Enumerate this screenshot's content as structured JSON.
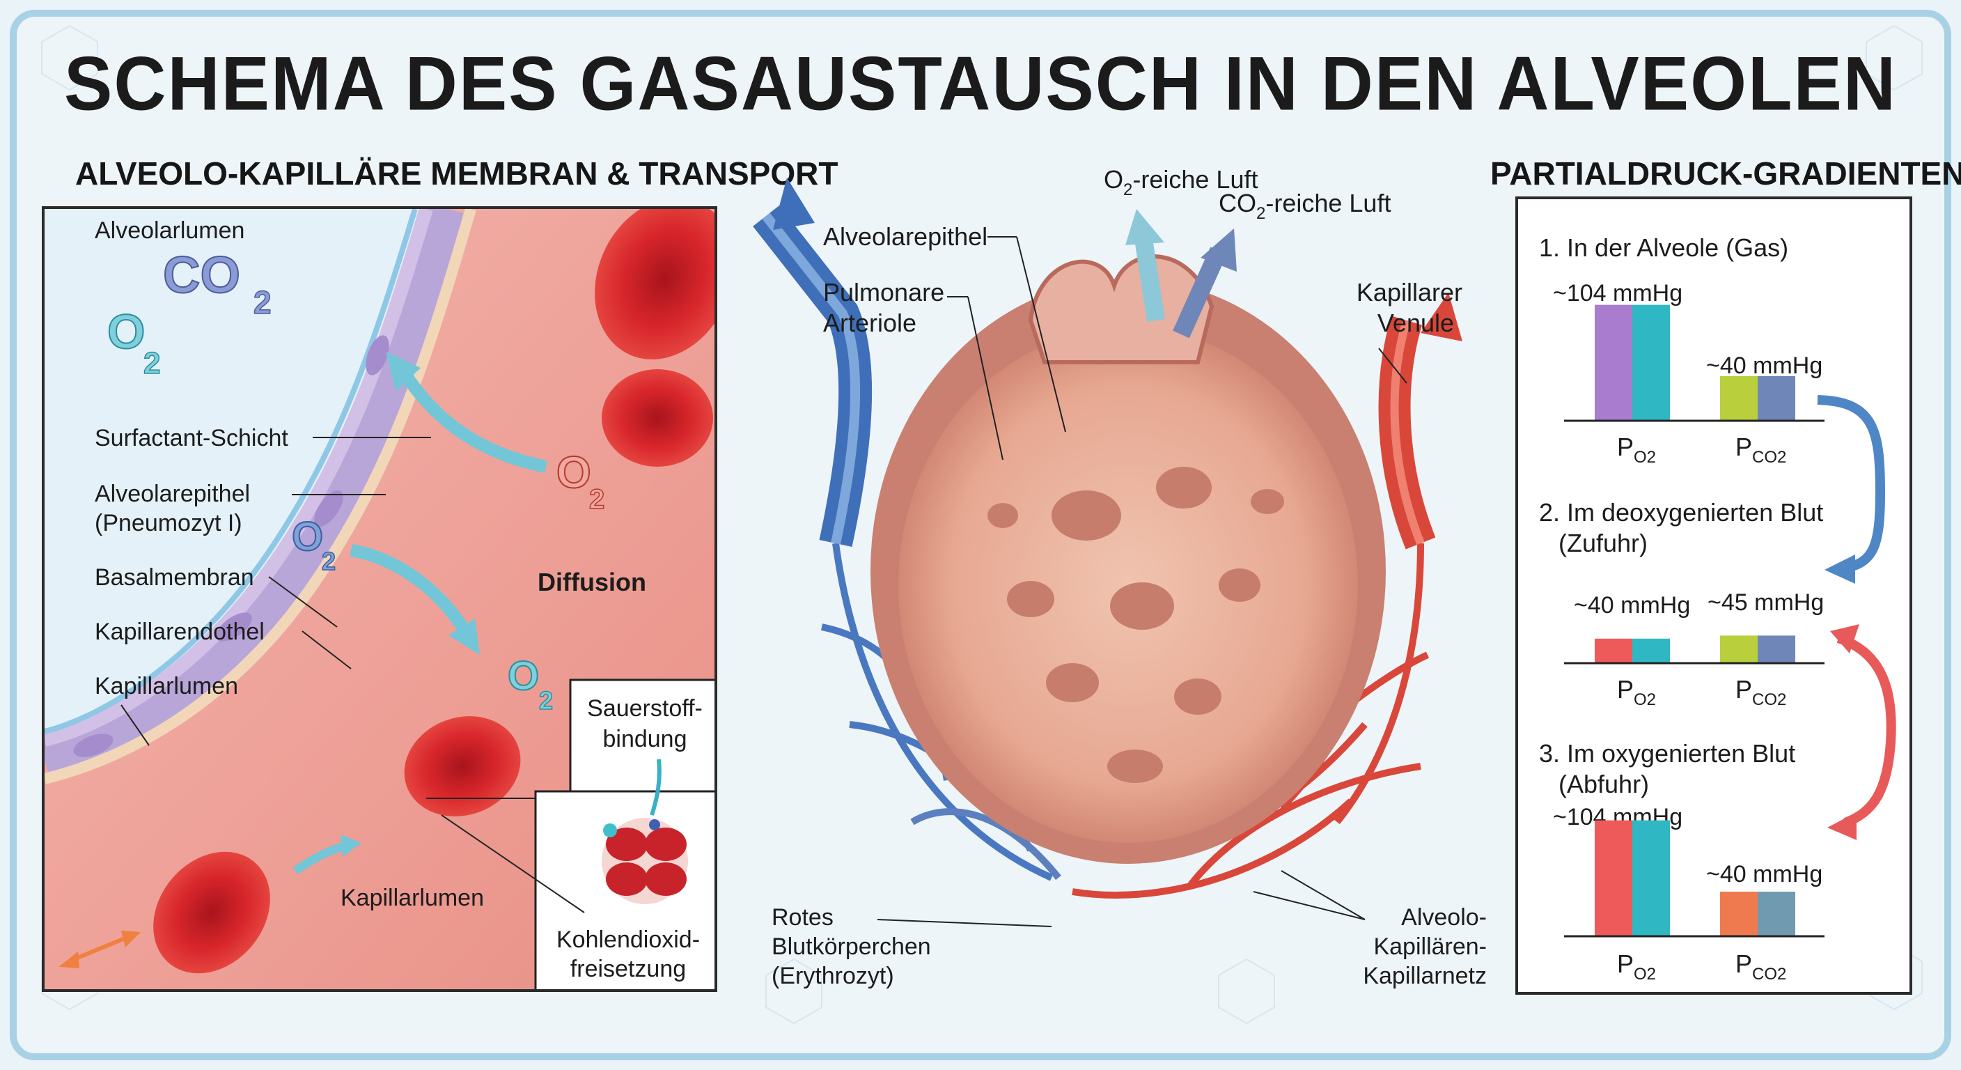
{
  "title": "SCHEMA DES GASAUSTAUSCH IN DEN ALVEOLEN",
  "left": {
    "heading": "ALVEOLO-KAPILLÄRE MEMBRAN & TRANSPORT",
    "lumen_top": "Alveolarlumen",
    "layers": [
      "Surfactant-Schicht",
      "Alveolarepithel",
      "(Pneumozyt I)",
      "Basalmembran",
      "Kapillarendothel",
      "Kapillarlumen"
    ],
    "diffusion": "Diffusion",
    "capillary_lumen": "Kapillarlumen",
    "o2_binding": [
      "Sauerstoff-",
      "bindung"
    ],
    "co2_release": [
      "Kohlendioxid-",
      "freisetzung"
    ],
    "gas_o2": "O",
    "gas_co2": "CO",
    "sub_2": "2"
  },
  "center": {
    "o2_air": "O",
    "o2_air_rest": "-reiche Luft",
    "co2_air": "CO",
    "co2_air_rest": "-reiche Luft",
    "alveolar_epithel": "Alveolarepithel",
    "arteriole": [
      "Pulmonare",
      "Arteriole"
    ],
    "venule": [
      "Kapillarer",
      "Venule"
    ],
    "rbc": [
      "Rotes",
      "Blutkörperchen",
      "(Erythrozyt)"
    ],
    "network": [
      "Alveolo-",
      "Kapillären-",
      "Kapillarnetz"
    ],
    "sub_2": "2"
  },
  "right": {
    "heading": "PARTIALDRUCK-GRADIENTEN",
    "sections": [
      {
        "label": [
          "1. In der Alveole (Gas)"
        ],
        "po2": "~104 mmHg",
        "pco2": "~40 mmHg",
        "po2_val": 104,
        "pco2_val": 40
      },
      {
        "label": [
          "2. Im deoxygenierten Blut",
          "(Zufuhr)"
        ],
        "po2": "~40 mmHg",
        "pco2": "~45 mmHg",
        "po2_val": 40,
        "pco2_val": 45
      },
      {
        "label": [
          "3. Im oxygenierten Blut",
          "(Abfuhr)"
        ],
        "po2": "~104 mmHg",
        "pco2": "~40 mmHg",
        "po2_val": 104,
        "pco2_val": 40
      }
    ],
    "p": "P",
    "o2_sub": "O2",
    "co2_sub": "CO2"
  },
  "colors": {
    "blood_red": "#d42a2c",
    "vein_blue": "#3f6fb8",
    "teal": "#2fb8c4",
    "purple": "#a97ccf",
    "lime": "#b9cf3c",
    "slate": "#6f86b8",
    "coral": "#ee5a5a",
    "border": "#a9d1e6"
  }
}
